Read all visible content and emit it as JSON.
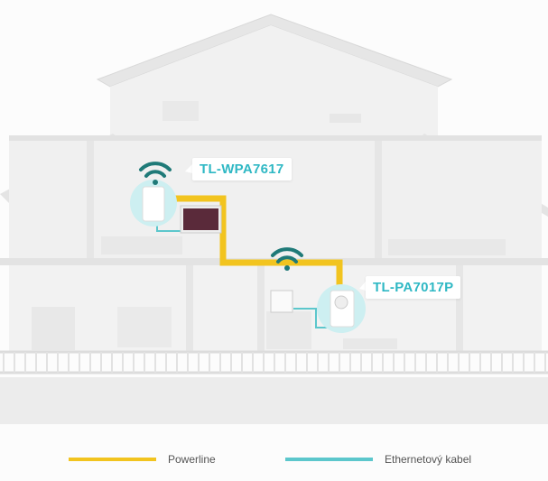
{
  "devices": [
    {
      "name": "TL-WPA7617"
    },
    {
      "name": "TL-PA7017P"
    }
  ],
  "legend": [
    {
      "label": "Powerline",
      "color": "#f2c41f"
    },
    {
      "label": "Ethernetový kabel",
      "color": "#5cc7cc"
    }
  ],
  "colors": {
    "wifi": "#1f7a78",
    "device_halo": "#cdeff1",
    "powerline": "#f2c41f",
    "ethernet": "#5cc7cc"
  }
}
